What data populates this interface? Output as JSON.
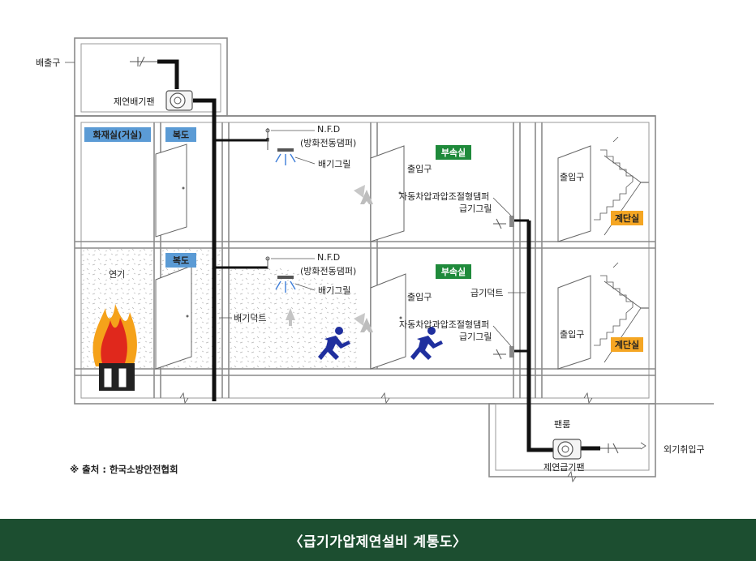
{
  "labels": {
    "exhaust_outlet": "배출구",
    "exhaust_fan": "제연배기팬",
    "fire_room": "화재실(거실)",
    "corridor_top": "복도",
    "corridor_bottom": "복도",
    "smoke": "연기",
    "nfd_top": "N.F.D",
    "nfd_top_desc": "(방화전동댐퍼)",
    "exhaust_grill_top": "배기그릴",
    "nfd_bottom": "N.F.D",
    "nfd_bottom_desc": "(방화전동댐퍼)",
    "exhaust_grill_bottom": "배기그릴",
    "exhaust_duct": "배기덕트",
    "vestibule_top": "부속실",
    "vestibule_bottom": "부속실",
    "entrance_top": "출입구",
    "entrance_bottom": "출입구",
    "damper_top": "자동차압과압조절형댐퍼",
    "supply_grill_top": "급기그릴",
    "damper_bottom": "자동차압과압조절형댐퍼",
    "supply_grill_bottom": "급기그릴",
    "supply_duct": "급기덕트",
    "stair_entrance_top": "출입구",
    "stair_entrance_bottom": "출입구",
    "stairwell_top": "계단실",
    "stairwell_bottom": "계단실",
    "fan_room": "팬룸",
    "supply_fan": "제연급기팬",
    "outside_intake": "외기취입구",
    "source": "※ 출처 : 한국소방안전협회"
  },
  "caption": "〈급기가압제연설비 계통도〉",
  "colors": {
    "blue_label": "#5b9bd5",
    "green_label": "#1f8a3b",
    "orange_label": "#f5a623",
    "caption_bg": "#1c4e30",
    "runner": "#1f2f9e",
    "fire_red": "#e0281c",
    "fire_orange": "#f5a21a"
  }
}
